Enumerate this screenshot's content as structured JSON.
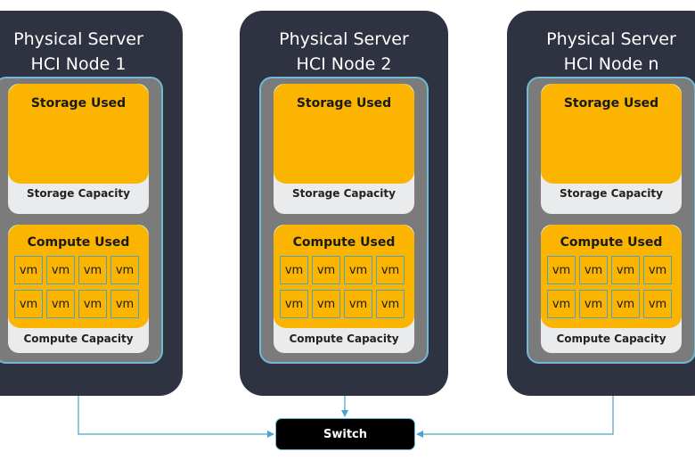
{
  "nodes": [
    {
      "title_line1": "Physical Server",
      "title_line2": "HCI Node 1",
      "storage_used": "Storage Used",
      "storage_capacity": "Storage Capacity",
      "compute_used": "Compute Used",
      "compute_capacity": "Compute Capacity",
      "vms": [
        "vm",
        "vm",
        "vm",
        "vm",
        "vm",
        "vm",
        "vm",
        "vm"
      ]
    },
    {
      "title_line1": "Physical Server",
      "title_line2": "HCI Node 2",
      "storage_used": "Storage Used",
      "storage_capacity": "Storage Capacity",
      "compute_used": "Compute Used",
      "compute_capacity": "Compute Capacity",
      "vms": [
        "vm",
        "vm",
        "vm",
        "vm",
        "vm",
        "vm",
        "vm",
        "vm"
      ]
    },
    {
      "title_line1": "Physical Server",
      "title_line2": "HCI Node n",
      "storage_used": "Storage Used",
      "storage_capacity": "Storage Capacity",
      "compute_used": "Compute Used",
      "compute_capacity": "Compute Capacity",
      "vms": [
        "vm",
        "vm",
        "vm",
        "vm",
        "vm",
        "vm",
        "vm",
        "vm"
      ]
    }
  ],
  "switch": {
    "label": "Switch"
  },
  "colors": {
    "server_bg": "#2f3240",
    "used": "#fbb400",
    "capacity_bg": "#e9ebec",
    "inner_bg": "#7b7b7b",
    "accent": "#6fb9d9",
    "connector": "#4aa3c8"
  }
}
